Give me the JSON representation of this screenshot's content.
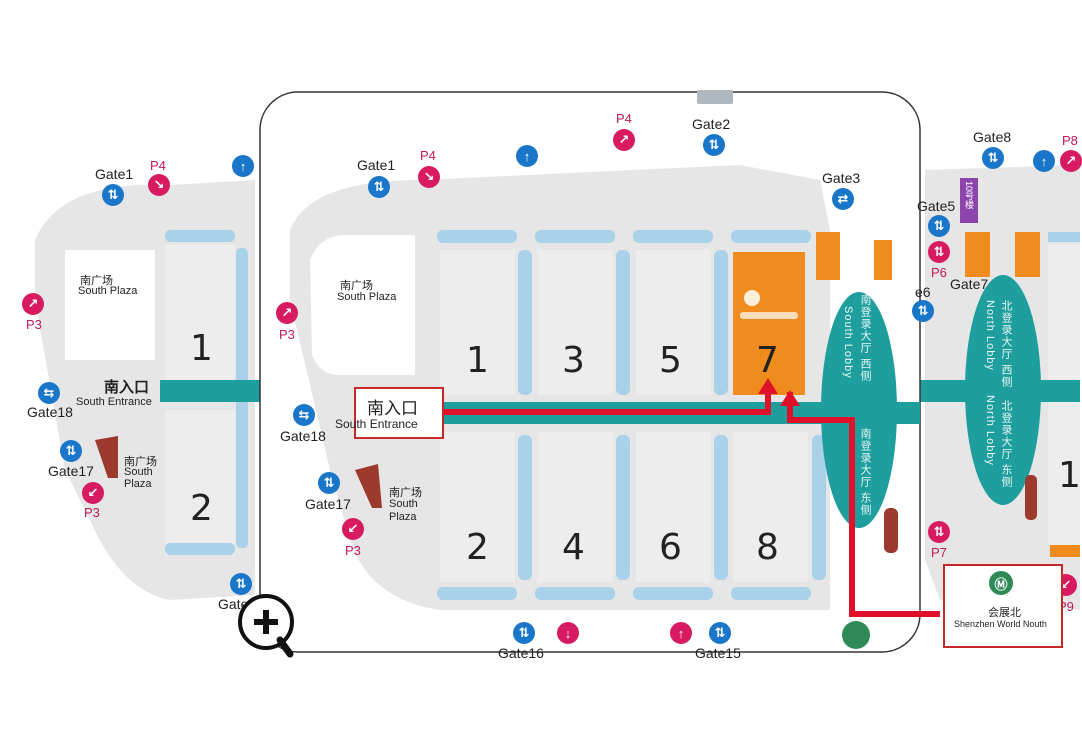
{
  "colors": {
    "hall": "#ededed",
    "corridor": "#a9d1ea",
    "teal": "#1f9e9e",
    "orange": "#f08c1e",
    "route": "#e0102b",
    "gate": "#1976c9",
    "parking": "#d81b60",
    "metro": "#2e8b57"
  },
  "left_map": {
    "gates": {
      "gate1": "Gate1",
      "gate18": "Gate18",
      "gate17": "Gate17",
      "gate16": "Gate16"
    },
    "parking": {
      "p4": "P4",
      "p3_top": "P3",
      "p3_bottom": "P3"
    },
    "plaza_cn": "南广场",
    "plaza_en": "South Plaza",
    "plaza2_cn": "南广场",
    "plaza2_en_1": "South",
    "plaza2_en_2": "Plaza",
    "entrance_cn": "南入口",
    "entrance_en": "South Entrance",
    "halls": {
      "h1": "1",
      "h2": "2"
    }
  },
  "main_map": {
    "gates": {
      "gate1": "Gate1",
      "gate2": "Gate2",
      "gate3": "Gate3",
      "gate18": "Gate18",
      "gate17": "Gate17",
      "gate16": "Gate16",
      "gate15": "Gate15"
    },
    "parking": {
      "p4_left": "P4",
      "p4_top": "P4",
      "p3_mid": "P3",
      "p3_bottom": "P3"
    },
    "plaza_cn": "南广场",
    "plaza_en": "South Plaza",
    "plaza2_cn": "南广场",
    "plaza2_en_1": "South",
    "plaza2_en_2": "Plaza",
    "entrance_cn": "南入口",
    "entrance_en": "South Entrance",
    "halls": {
      "h1": "1",
      "h2": "2",
      "h3": "3",
      "h4": "4",
      "h5": "5",
      "h6": "6",
      "h7": "7",
      "h8": "8"
    },
    "south_lobby_west_cn": "南登录大厅 西侧",
    "south_lobby_en": "South Lobby",
    "south_lobby_east_cn": "南登录大厅 东侧"
  },
  "right_map": {
    "gates": {
      "gate8": "Gate8",
      "gate5": "Gate5",
      "gate7": "Gate7",
      "gate6": "e6"
    },
    "parking": {
      "p8": "P8",
      "p6": "P6",
      "p7": "P7",
      "p9": "P9"
    },
    "building_label": "10号楼",
    "north_lobby_west_cn": "北登录大厅 西侧",
    "north_lobby_en": "North Lobby",
    "north_lobby_east_cn": "北登录大厅 东侧",
    "hall_partial": "1"
  },
  "metro_station": {
    "name_cn": "会展北",
    "name_en": "Shenzhen World Nouth"
  },
  "zoom_icon": "zoom-in-icon"
}
